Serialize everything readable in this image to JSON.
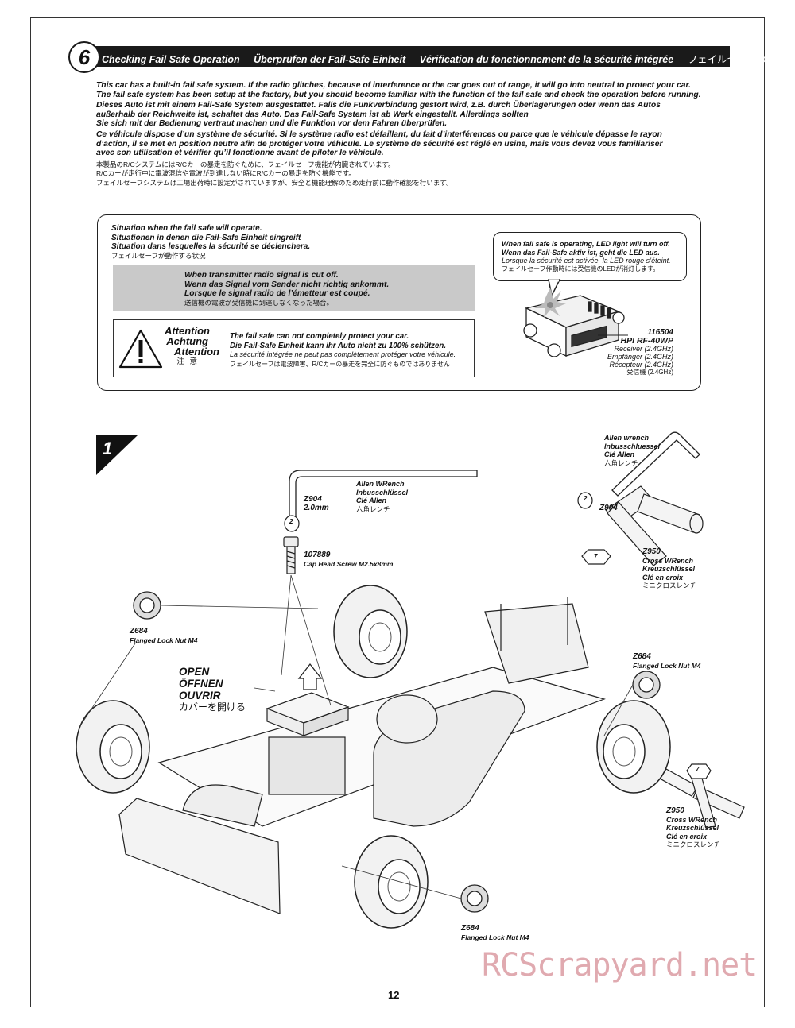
{
  "section": {
    "number": "6",
    "titles": [
      "Checking Fail Safe Operation",
      "Überprüfen der Fail-Safe Einheit",
      "Vérification du fonctionnement de la sécurité intégrée",
      "フェイルセーフの動作確認"
    ]
  },
  "intro": {
    "en": [
      "This car has a built-in fail safe system. If the radio glitches, because of interference or the car goes out of range, it will go into neutral to protect your car.",
      "The fail safe system has been setup at the factory, but you should become familiar with the function of the fail safe and check the operation before running."
    ],
    "de": [
      "Dieses Auto ist mit einem Fail-Safe System ausgestattet. Falls die Funkverbindung gestört wird, z.B. durch Überlagerungen oder wenn das Autos",
      "außerhalb der Reichweite ist, schaltet das Auto. Das Fail-Safe System ist ab Werk eingestellt. Allerdings sollten",
      "Sie sich mit der Bedienung vertraut machen und die Funktion vor dem Fahren überprüfen."
    ],
    "fr": [
      "Ce véhicule dispose d’un système de sécurité. Si le système radio est défaillant, du fait d’interférences ou parce que le véhicule dépasse le rayon",
      "d’action, il se met en position neutre afin de protéger votre véhicule. Le système de sécurité est réglé en usine, mais vous devez vous familiariser",
      "avec son utilisation et vérifier qu’il fonctionne avant de piloter le véhicule."
    ],
    "jp": [
      "本製品のR/CシステムにはR/Cカーの暴走を防ぐために、フェイルセーフ機能が内臓されています。",
      "R/Cカーが走行中に電波混信や電波が到達しない時にR/Cカーの暴走を防ぐ機能です。",
      "フェイルセーフシステムは工場出荷時に設定がされていますが、安全と機能理解のため走行前に動作確認を行います。"
    ]
  },
  "situation": {
    "lines": [
      "Situation when the fail safe will operate.",
      "Situationen in denen die Fail-Safe Einheit eingreift",
      "Situation dans lesquelles la sécurité se déclenchera."
    ],
    "jp": "フェイルセーフが動作する状況"
  },
  "signal": {
    "lines": [
      "When transmitter radio signal is cut off.",
      "Wenn das Signal vom Sender nicht richtig ankommt.",
      "Lorsque le signal radio de l’émetteur est coupé."
    ],
    "jp": "送信機の電波が受信機に到達しなくなった場合。"
  },
  "attention": {
    "labels": [
      "Attention",
      "Achtung",
      "Attention"
    ],
    "jp": "注 意",
    "lines": [
      "The fail safe can not completely protect your car.",
      "Die Fail-Safe Einheit kann ihr Auto nicht zu 100% schützen.",
      "La sécurité intégrée ne peut pas complètement protéger votre véhicule."
    ],
    "jp_line": "フェイルセーフは電波障害、R/Cカーの暴走を完全に防ぐものではありません"
  },
  "bubble": {
    "lines": [
      "When fail safe is operating, LED light will turn off.",
      "Wenn das Fail-Safe aktiv ist, geht die LED aus.",
      "Lorsque la sécurité est activée, la LED rouge s’éteint."
    ],
    "jp": "フェイルセーフ作動時には受信機のLEDが消灯します。"
  },
  "receiver": {
    "part_no": "116504",
    "name": "HPI RF-40WP",
    "langs": [
      "Receiver (2.4GHz)",
      "Empfänger (2.4GHz)",
      "Récepteur (2.4GHz)"
    ],
    "jp": "受信機 (2.4GHz)"
  },
  "step": {
    "number": "1"
  },
  "allen_tool": {
    "lines": [
      "Allen wrench",
      "Inbusschluessel",
      "Clé Allen"
    ],
    "jp": "六角レンチ",
    "size": "2",
    "unit": "mm",
    "part": "Z904"
  },
  "allen_small": {
    "part": "Z904",
    "size": "2.0mm",
    "lines": [
      "Allen WRench",
      "Inbusschlüssel",
      "Clé Allen"
    ],
    "jp": "六角レンチ",
    "badge": "2",
    "unit": "mm"
  },
  "screw": {
    "part": "107889",
    "desc": "Cap Head Screw M2.5x8mm"
  },
  "cross_top": {
    "size": "7",
    "unit": "mm",
    "part": "Z950",
    "lines": [
      "Cross WRench",
      "Kreuzschlüssel",
      "Clé en croix"
    ],
    "jp": "ミニクロスレンチ"
  },
  "cross_bottom": {
    "size": "7",
    "unit": "mm",
    "part": "Z950",
    "lines": [
      "Cross WRench",
      "Kreuzschlüssel",
      "Clé en croix"
    ],
    "jp": "ミニクロスレンチ"
  },
  "nut_left": {
    "part": "Z684",
    "desc": "Flanged Lock Nut M4"
  },
  "nut_right": {
    "part": "Z684",
    "desc": "Flanged Lock Nut M4"
  },
  "nut_bottom": {
    "part": "Z684",
    "desc": "Flanged Lock Nut M4"
  },
  "open": {
    "lines": [
      "OPEN",
      "ÖFFNEN",
      "OUVRIR"
    ],
    "jp": "カバーを開ける"
  },
  "page_number": "12",
  "watermark": "RCScrapyard.net"
}
